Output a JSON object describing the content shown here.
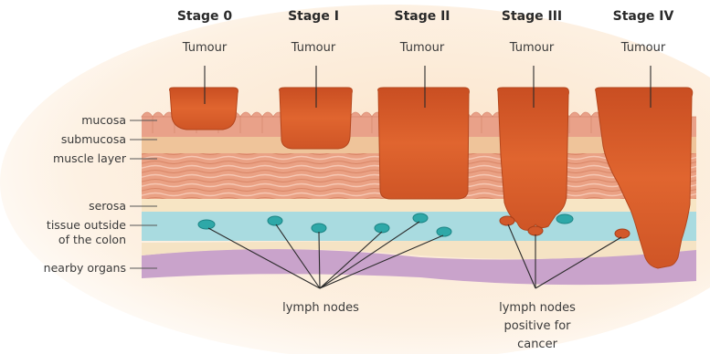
{
  "stages": [
    {
      "title": "Stage 0",
      "tumour_label": "Tumour"
    },
    {
      "title": "Stage I",
      "tumour_label": "Tumour"
    },
    {
      "title": "Stage II",
      "tumour_label": "Tumour"
    },
    {
      "title": "Stage III",
      "tumour_label": "Tumour"
    },
    {
      "title": "Stage IV",
      "tumour_label": "Tumour"
    }
  ],
  "layers": {
    "mucosa": "mucosa",
    "submucosa": "submucosa",
    "muscle_layer": "muscle layer",
    "serosa": "serosa",
    "tissue_outside_line1": "tissue outside",
    "tissue_outside_line2": "of the colon",
    "nearby_organs": "nearby organs"
  },
  "annotations": {
    "lymph_nodes": "lymph nodes",
    "positive_line1": "lymph nodes",
    "positive_line2": "positive for",
    "positive_line3": "cancer"
  },
  "colors": {
    "tumour": "#d2582a",
    "mucosa": "#e9a189",
    "submucosa": "#efc49a",
    "muscle": "#eaa184",
    "serosa": "#f7e5c4",
    "tissue_outside": "#a9dbe0",
    "lymph_node": "#2ea8a8",
    "lymph_node_positive": "#d2582a",
    "nearby_organs": "#c9a3cb"
  }
}
